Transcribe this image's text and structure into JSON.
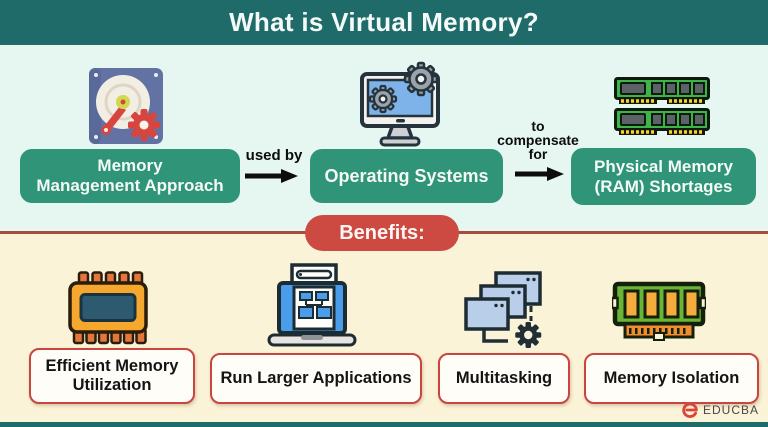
{
  "title": "What is Virtual Memory?",
  "flow": {
    "node1": {
      "line1": "Memory",
      "line2": "Management Approach",
      "icon": "hard-disk-gear-icon"
    },
    "connector1": {
      "label": "used by"
    },
    "node2": {
      "line1": "Operating Systems",
      "icon": "monitor-gears-icon"
    },
    "connector2": {
      "line1": "to",
      "line2": "compensate",
      "line3": "for"
    },
    "node3": {
      "line1": "Physical Memory",
      "line2": "(RAM) Shortages",
      "icon": "ram-modules-icon"
    }
  },
  "benefits": {
    "heading": "Benefits:",
    "item1": {
      "line1": "Efficient Memory",
      "line2": "Utilization",
      "icon": "memory-chip-icon"
    },
    "item2": {
      "line1": "Run Larger Applications",
      "icon": "laptop-application-icon"
    },
    "item3": {
      "line1": "Multitasking",
      "icon": "stacked-windows-gear-icon"
    },
    "item4": {
      "line1": "Memory Isolation",
      "icon": "ram-stick-icon"
    }
  },
  "footer": {
    "brand": "EDUCBA",
    "icon": "educba-logo-icon"
  },
  "colors": {
    "banner_teal": "#1f6b6a",
    "mint_background": "#e6f6f1",
    "cream_background": "#fbf3d7",
    "node_green": "#2f9478",
    "accent_red": "#cd4a42",
    "card_border_red": "#c8463e",
    "divider_red": "#a74a40",
    "arrow_black": "#0d0d0d",
    "bottom_bar_teal": "#1f6b6a"
  }
}
